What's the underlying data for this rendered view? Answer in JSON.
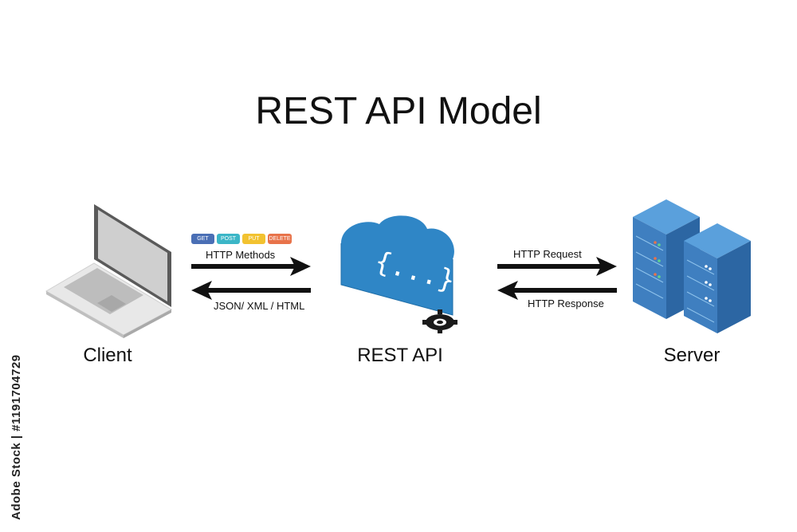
{
  "title": "REST API Model",
  "nodes": {
    "client": "Client",
    "api": "REST API",
    "server": "Server"
  },
  "http_methods": [
    {
      "label": "GET",
      "color": "#4a6fb5"
    },
    {
      "label": "POST",
      "color": "#3bb6c7"
    },
    {
      "label": "PUT",
      "color": "#f2c230"
    },
    {
      "label": "DELETE",
      "color": "#e8734a"
    }
  ],
  "left_edge": {
    "top_label": "HTTP Methods",
    "bottom_label": "JSON/ XML / HTML"
  },
  "right_edge": {
    "top_label": "HTTP Request",
    "bottom_label": "HTTP Response"
  },
  "cloud_glyph": "{...}",
  "side_watermark": "Adobe Stock | #1191704729",
  "colors": {
    "cloud": "#2f86c6",
    "server": "#3f7fc0",
    "arrow": "#111111"
  }
}
